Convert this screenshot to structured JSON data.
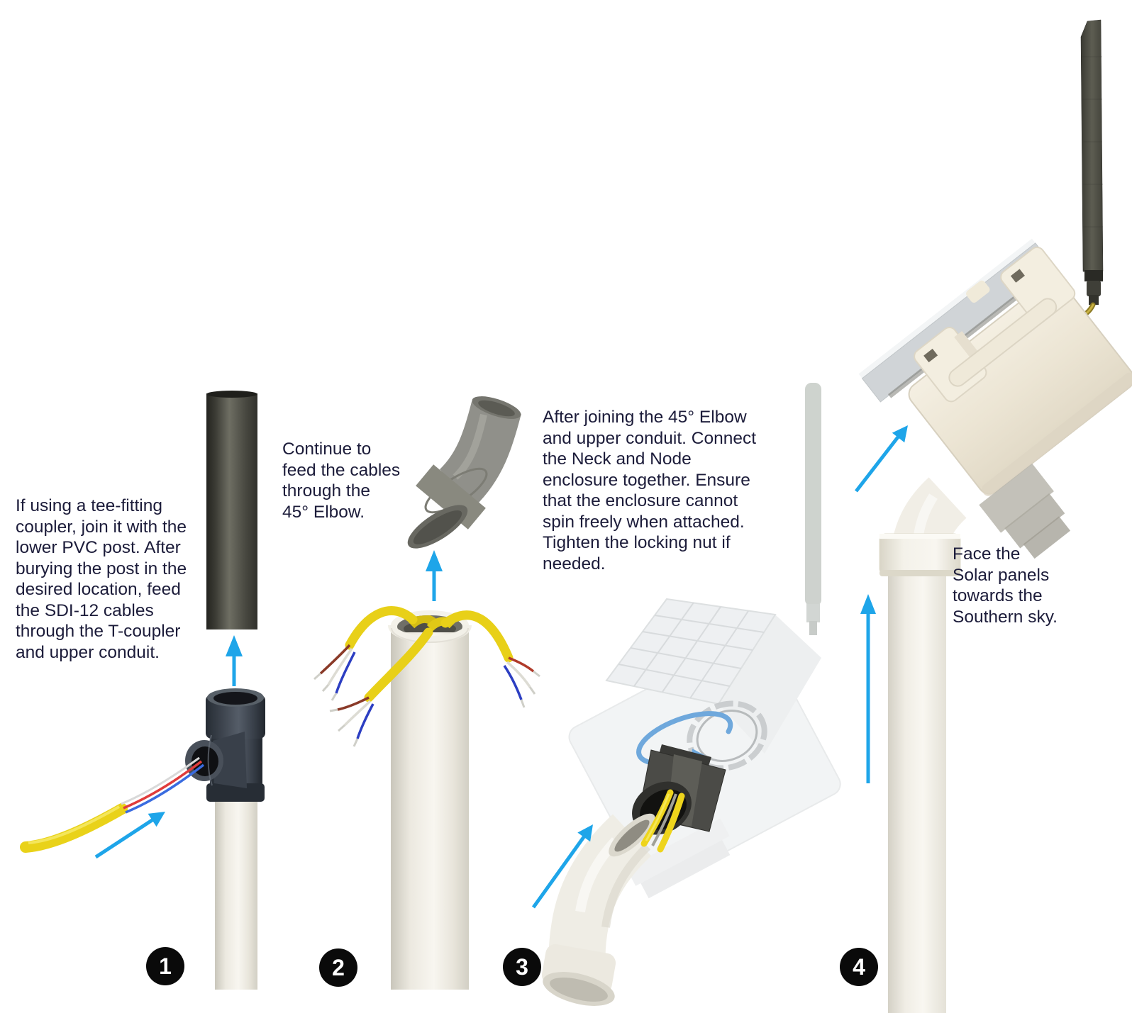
{
  "diagram": {
    "background": "#ffffff",
    "text_color": "#1c1c3a",
    "arrow_color": "#1ea5e9",
    "rotation_arrow_color": "#6fa8dc",
    "badge_background": "#0a0a0a",
    "badge_text_color": "#ffffff"
  },
  "steps": [
    {
      "number": "1",
      "text": "If using a tee-fitting\ncoupler, join it with the\nlower PVC post. After\nburying the post in the\ndesired location, feed\nthe SDI-12 cables\nthrough the T-coupler\nand upper conduit.",
      "indicators": [
        "up-arrow",
        "diagonal-up-right-arrow"
      ]
    },
    {
      "number": "2",
      "text": "Continue to\nfeed the cables\nthrough the\n45° Elbow.",
      "indicators": [
        "up-arrow"
      ]
    },
    {
      "number": "3",
      "text": "After joining the 45° Elbow\nand upper conduit. Connect\nthe Neck and Node\nenclosure together. Ensure\nthat the enclosure cannot\nspin freely when attached.\nTighten the locking nut if\nneeded.",
      "indicators": [
        "rotation-arrow",
        "diagonal-up-right-arrow"
      ]
    },
    {
      "number": "4",
      "text": "Face the\nSolar panels\ntowards the\nSouthern sky.",
      "indicators": [
        "diagonal-up-right-arrow",
        "up-arrow"
      ]
    }
  ],
  "materials": {
    "cable_yellow": "#e8d018",
    "pvc_white": "#f2f0e8",
    "conduit_dark": "#4c4c44",
    "elbow_gray": "#90908a",
    "tee_dark": "#3a414b",
    "enclosure_cream": "#eee7d8",
    "solar_panel_gray": "#d0d4d7",
    "wire_red": "#e03c3c",
    "wire_blue": "#3a6ce0",
    "wire_white": "#d9d9d9"
  }
}
